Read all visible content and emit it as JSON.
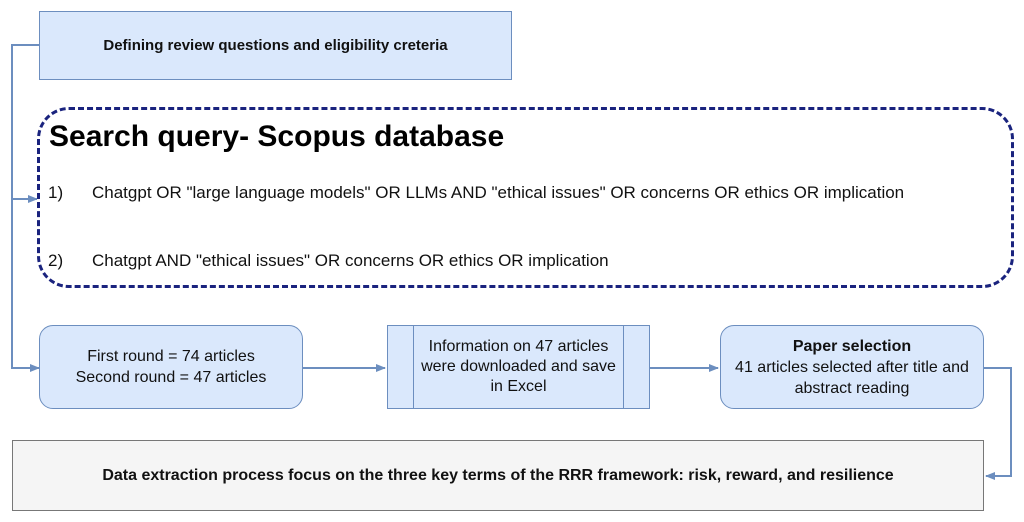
{
  "define_box": {
    "text": "Defining review questions and eligibility creteria"
  },
  "search_box": {
    "title": "Search query- Scopus database",
    "queries": [
      {
        "num": "1)",
        "text": "Chatgpt OR \"large language models\" OR LLMs AND \"ethical issues\" OR concerns OR ethics  OR implication"
      },
      {
        "num": "2)",
        "text": "Chatgpt AND \"ethical issues\" OR concerns OR ethics OR implication"
      }
    ]
  },
  "rounds_box": {
    "line1": "First round = 74 articles",
    "line2": "Second round = 47 articles"
  },
  "excel_box": {
    "text": "Information on 47 articles were downloaded and save in Excel"
  },
  "selection_box": {
    "title": "Paper selection",
    "text": "41 articles selected after title and abstract reading"
  },
  "extract_box": {
    "text": "Data extraction process focus on the three key terms of the RRR framework: risk, reward, and resilience"
  },
  "colors": {
    "fill": "#dae8fc",
    "stroke": "#6c8ebf",
    "dashed": "#1a237e",
    "final_fill": "#f5f5f5"
  }
}
